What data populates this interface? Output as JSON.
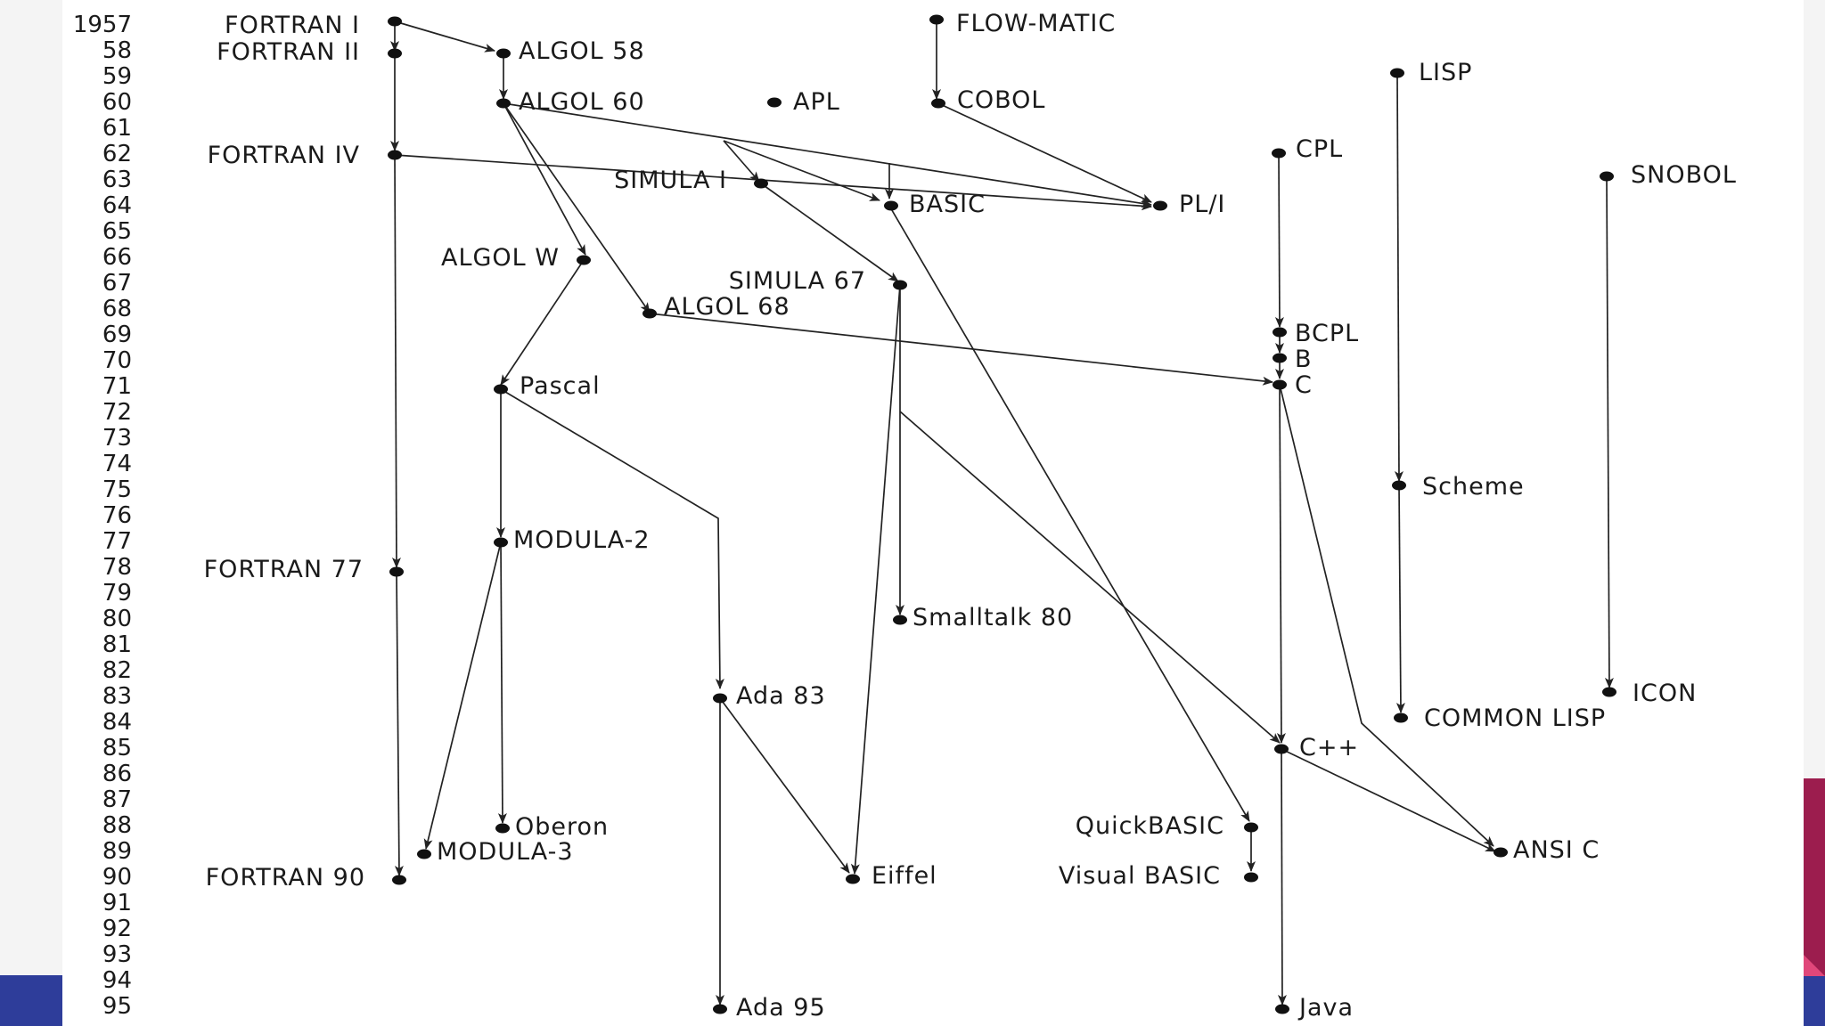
{
  "years": [
    "1957",
    "58",
    "59",
    "60",
    "61",
    "62",
    "63",
    "64",
    "65",
    "66",
    "67",
    "68",
    "69",
    "70",
    "71",
    "72",
    "73",
    "74",
    "75",
    "76",
    "77",
    "78",
    "79",
    "80",
    "81",
    "82",
    "83",
    "84",
    "85",
    "86",
    "87",
    "88",
    "89",
    "90",
    "91",
    "92",
    "93",
    "94",
    "95"
  ],
  "languages": {
    "fortran_i": "FORTRAN I",
    "fortran_ii": "FORTRAN II",
    "fortran_iv": "FORTRAN IV",
    "fortran_77": "FORTRAN 77",
    "fortran_90": "FORTRAN 90",
    "algol_58": "ALGOL 58",
    "algol_60": "ALGOL 60",
    "algol_w": "ALGOL W",
    "algol_68": "ALGOL 68",
    "apl": "APL",
    "flow_matic": "FLOW-MATIC",
    "cobol": "COBOL",
    "simula_i": "SIMULA I",
    "simula_67": "SIMULA 67",
    "basic": "BASIC",
    "pl_i": "PL/I",
    "lisp": "LISP",
    "cpl": "CPL",
    "snobol": "SNOBOL",
    "bcpl": "BCPL",
    "b": "B",
    "c": "C",
    "pascal": "Pascal",
    "scheme": "Scheme",
    "modula_2": "MODULA-2",
    "smalltalk_80": "Smalltalk 80",
    "ada_83": "Ada 83",
    "icon": "ICON",
    "common_lisp": "COMMON LISP",
    "cpp": "C++",
    "oberon": "Oberon",
    "quickbasic": "QuickBASIC",
    "modula_3": "MODULA-3",
    "ansi_c": "ANSI C",
    "eiffel": "Eiffel",
    "visual_basic": "Visual BASIC",
    "ada_95": "Ada 95",
    "java": "Java"
  },
  "colors": {
    "ink": "#1a1a1a",
    "accent_blue": "#2e3d9a",
    "accent_crimson": "#9c1d4e",
    "accent_pink": "#e0477a"
  }
}
